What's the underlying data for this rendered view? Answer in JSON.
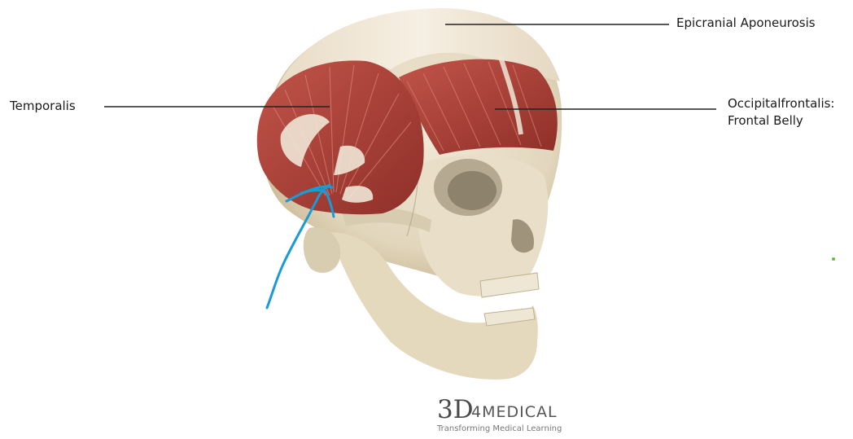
{
  "labels": {
    "epicranial": "Epicranial Aponeurosis",
    "temporalis": "Temporalis",
    "occipitofrontalis_line1": "Occipitalfrontalis:",
    "occipitofrontalis_line2": "Frontal Belly"
  },
  "brand": {
    "logo_mark": "3D",
    "name": "4MEDICAL",
    "tagline": "Transforming Medical Learning"
  },
  "colors": {
    "bone": "#e6dcc6",
    "bone_shadow": "#c9bc9f",
    "muscle": "#b8453b",
    "muscle_dark": "#8e2f28",
    "aponeurosis": "#efe6d6",
    "leader_line": "#222222",
    "pen_annotation": "#1a9ad6"
  }
}
